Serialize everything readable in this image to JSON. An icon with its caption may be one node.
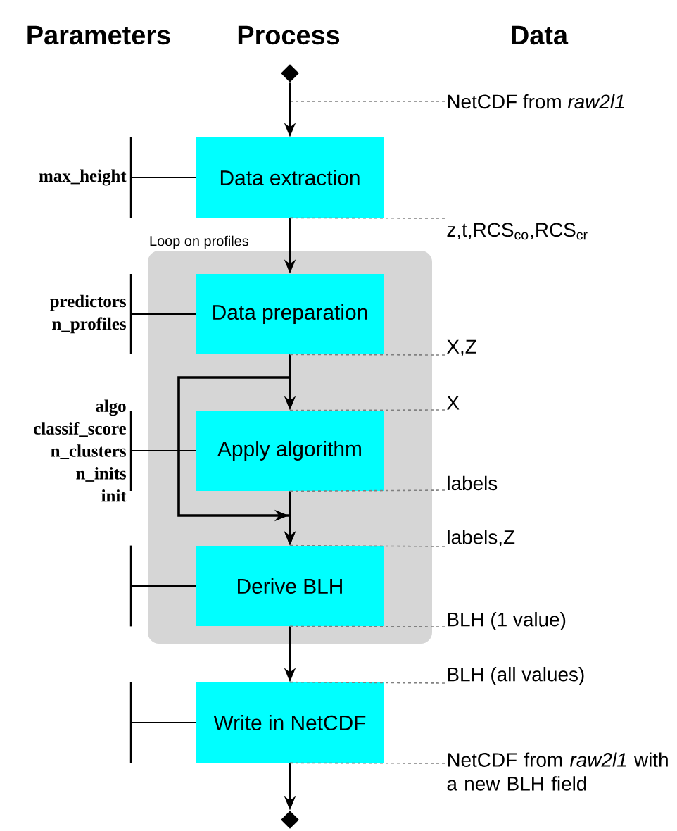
{
  "diagram": {
    "nodes": [
      {
        "text": [],
        "shape": "diamond"
      },
      {
        "text": [
          "Data extraction"
        ]
      },
      {
        "text": [
          "Loop on profiles"
        ]
      },
      {
        "text": [
          "Data preparation"
        ],
        "in": 2
      },
      {
        "text": [
          "Apply algorithm"
        ],
        "in": 2
      },
      {
        "text": [
          "Derive BLH"
        ],
        "in": 2
      },
      {
        "text": [
          "Write in NetCDF"
        ]
      },
      {
        "text": [],
        "shape": "diamond"
      },
      {
        "text": [
          "max_height"
        ]
      },
      {
        "text": [
          "predictors",
          "n_profiles"
        ]
      },
      {
        "text": [
          "algo",
          "classif_score",
          "n_clusters",
          "n_inits",
          "init"
        ]
      },
      {
        "text": [],
        "shape": "bar"
      },
      {
        "text": [],
        "shape": "bar"
      },
      {
        "text": [
          "NetCDF from *raw2l1*"
        ]
      },
      {
        "text": [
          "z,t,RCS$_{co}$,RCS$_{cr}$"
        ]
      },
      {
        "text": [
          "X,Z"
        ]
      },
      {
        "text": [
          "X"
        ]
      },
      {
        "text": [
          "labels"
        ]
      },
      {
        "text": [
          "labels,Z"
        ]
      },
      {
        "text": [
          "BLH (1 value)"
        ]
      },
      {
        "text": [
          "BLH (all values)"
        ]
      },
      {
        "text": [
          "NetCDF from *raw2l1* with a new BLH field"
        ]
      }
    ],
    "edges": [
      {
        "from": 0,
        "to": 1,
        "arrow": "to"
      },
      {
        "from": 1,
        "to": 3,
        "arrow": "to"
      },
      {
        "from": 3,
        "to": 4,
        "arrow": "to"
      },
      {
        "from": 4,
        "to": 5,
        "arrow": "to"
      },
      {
        "from": 3,
        "to": 5,
        "arrow": "to"
      },
      {
        "from": 5,
        "to": 6,
        "arrow": "to"
      },
      {
        "from": 6,
        "to": 7,
        "arrow": "to"
      },
      {
        "from": 8,
        "to": 1,
        "arrow": "none"
      },
      {
        "from": 9,
        "to": 3,
        "arrow": "none"
      },
      {
        "from": 10,
        "to": 4,
        "arrow": "none"
      },
      {
        "from": 11,
        "to": 5,
        "arrow": "none"
      },
      {
        "from": 12,
        "to": 6,
        "arrow": "none"
      },
      {
        "from": 13,
        "to": null,
        "arrow": "none",
        "style": "dashed",
        "color": "#808080"
      },
      {
        "from": 14,
        "to": 1,
        "arrow": "none",
        "style": "dashed",
        "color": "#808080"
      },
      {
        "from": 15,
        "to": 3,
        "arrow": "none",
        "style": "dashed",
        "color": "#808080"
      },
      {
        "from": 16,
        "to": 4,
        "arrow": "none",
        "style": "dashed",
        "color": "#808080"
      },
      {
        "from": 17,
        "to": 4,
        "arrow": "none",
        "style": "dashed",
        "color": "#808080"
      },
      {
        "from": 18,
        "to": 5,
        "arrow": "none",
        "style": "dashed",
        "color": "#808080"
      },
      {
        "from": 19,
        "to": 5,
        "arrow": "none",
        "style": "dashed",
        "color": "#808080"
      },
      {
        "from": 20,
        "to": 6,
        "arrow": "none",
        "style": "dashed",
        "color": "#808080"
      },
      {
        "from": 21,
        "to": 6,
        "arrow": "none",
        "style": "dashed",
        "color": "#808080"
      }
    ],
    "labels": [
      "Parameters",
      "Process",
      "Data"
    ]
  }
}
